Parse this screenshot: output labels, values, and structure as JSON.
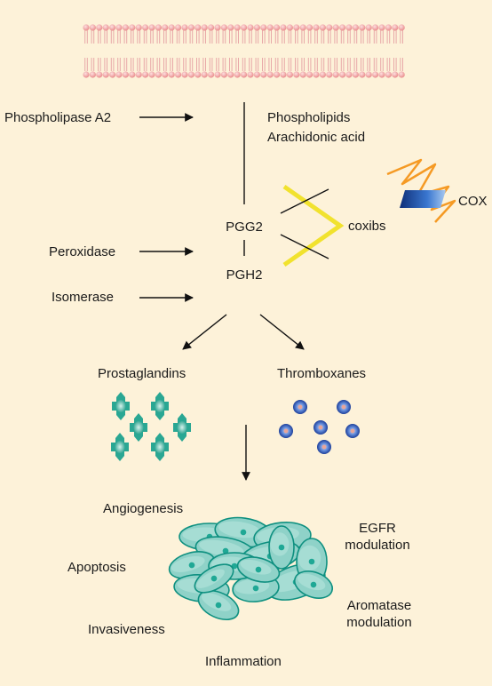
{
  "enzymes": {
    "phospholipase": "Phospholipase A2",
    "peroxidase": "Peroxidase",
    "isomerase": "Isomerase"
  },
  "substrates": {
    "phospholipids": "Phospholipids",
    "arachidonic_acid": "Arachidonic acid"
  },
  "intermediates": {
    "pgg2": "PGG2",
    "pgh2": "PGH2"
  },
  "inhibitor": {
    "coxibs": "coxibs",
    "cox": "COX"
  },
  "products": {
    "prostaglandins": "Prostaglandins",
    "thromboxanes": "Thromboxanes"
  },
  "effects": {
    "angiogenesis": "Angiogenesis",
    "egfr_line1": "EGFR",
    "egfr_line2": "modulation",
    "apoptosis": "Apoptosis",
    "aromatase_line1": "Aromatase",
    "aromatase_line2": "modulation",
    "invasiveness": "Invasiveness",
    "inflammation": "Inflammation"
  },
  "colors": {
    "background": "#fdf2d9",
    "lipid_head": "#f0a9a9",
    "coxib_yellow": "#f1e22e",
    "cox_orange": "#f59a24",
    "cox_blue": "#1e4fa0",
    "cell_fill": "#8fd2c8",
    "cell_stroke": "#0e9080",
    "nucleus": "#1fa895",
    "prostaglandin": "#2aa793",
    "thromboxane": "#2d5cb8"
  },
  "icons": [
    "membrane-bilayer",
    "cox-enzyme-icon",
    "prostaglandin-molecule-icon",
    "thromboxane-molecule-icon",
    "tumor-cell-cluster"
  ]
}
